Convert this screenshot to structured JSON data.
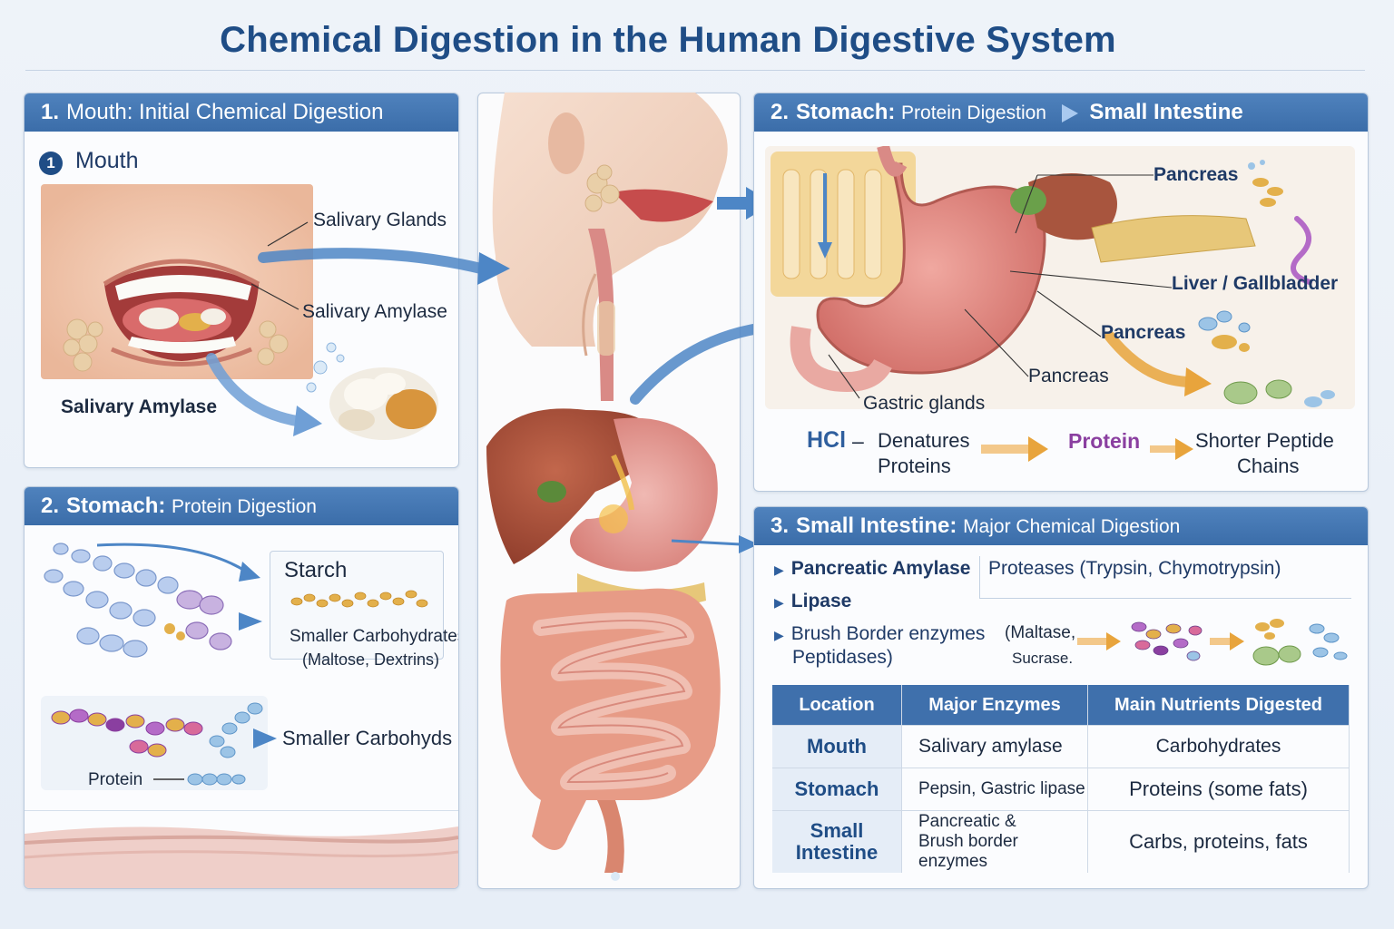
{
  "title": "Chemical Digestion in the Human Digestive System",
  "panel_mouth": {
    "number": "1.",
    "heading": "Mouth: Initial Chemical Digestion",
    "badge": "1",
    "subheading": "Mouth",
    "labels": {
      "salivary_glands": "Salivary Glands",
      "salivary_amylase_1": "Salivary Amylase",
      "salivary_amylase_2": "Salivary Amylase"
    }
  },
  "panel_stomach_left": {
    "number": "2.",
    "heading_lead": "Stomach:",
    "heading_sub": "Protein Digestion",
    "labels": {
      "starch": "Starch",
      "smaller_carbs": "Smaller Carbohydrates",
      "maltose_dextrins": "(Maltose,  Dextrins)",
      "smaller_carbohyds": "Smaller Carbohyds",
      "protein": "Protein"
    }
  },
  "panel_stomach_right": {
    "number": "2.",
    "heading_lead": "Stomach:",
    "heading_sub": "Protein Digestion",
    "heading_tail": "Small Intestine",
    "labels": {
      "pancreas_top": "Pancreas",
      "liver_gallbladder": "Liver / Gallbladder",
      "pancreas_mid": "Pancreas",
      "pancreas_low": "Pancreas",
      "gastric_glands": "Gastric glands",
      "hcl": "HCl",
      "dash": "–",
      "denatures": "Denatures",
      "proteins": "Proteins",
      "protein": "Protein",
      "shorter_peptide": "Shorter Peptide",
      "chains": "Chains"
    }
  },
  "panel_intestine": {
    "number": "3.",
    "heading_lead": "Small Intestine:",
    "heading_sub": "Major Chemical Digestion",
    "bullets": {
      "pancreatic_amylase": "Pancreatic Amylase",
      "proteases": "Proteases (Trypsin, Chymotrypsin)",
      "lipase": "Lipase",
      "brush_border": "Brush Border enzymes",
      "maltase": "(Maltase,",
      "peptidases": "Peptidases)",
      "sucrase": "Sucrase."
    },
    "table": {
      "headers": [
        "Location",
        "Major Enzymes",
        "Main Nutrients Digested"
      ],
      "rows": [
        {
          "location": "Mouth",
          "enzymes": "Salivary amylase",
          "nutrients": "Carbohydrates"
        },
        {
          "location": "Stomach",
          "enzymes": "Pepsin, Gastric lipase",
          "nutrients": "Proteins  (some fats)"
        },
        {
          "location_1": "Small",
          "location_2": "Intestine",
          "enzymes_1": "Pancreatic &",
          "enzymes_2": "Brush border enzymes",
          "nutrients": "Carbs, proteins, fats"
        }
      ]
    }
  },
  "colors": {
    "title": "#1f4d86",
    "header_bar": "#3f70ac",
    "arrow_blue": "#4d86c6",
    "arrow_orange": "#e8a43c",
    "protein_purple": "#8a3fa0"
  }
}
